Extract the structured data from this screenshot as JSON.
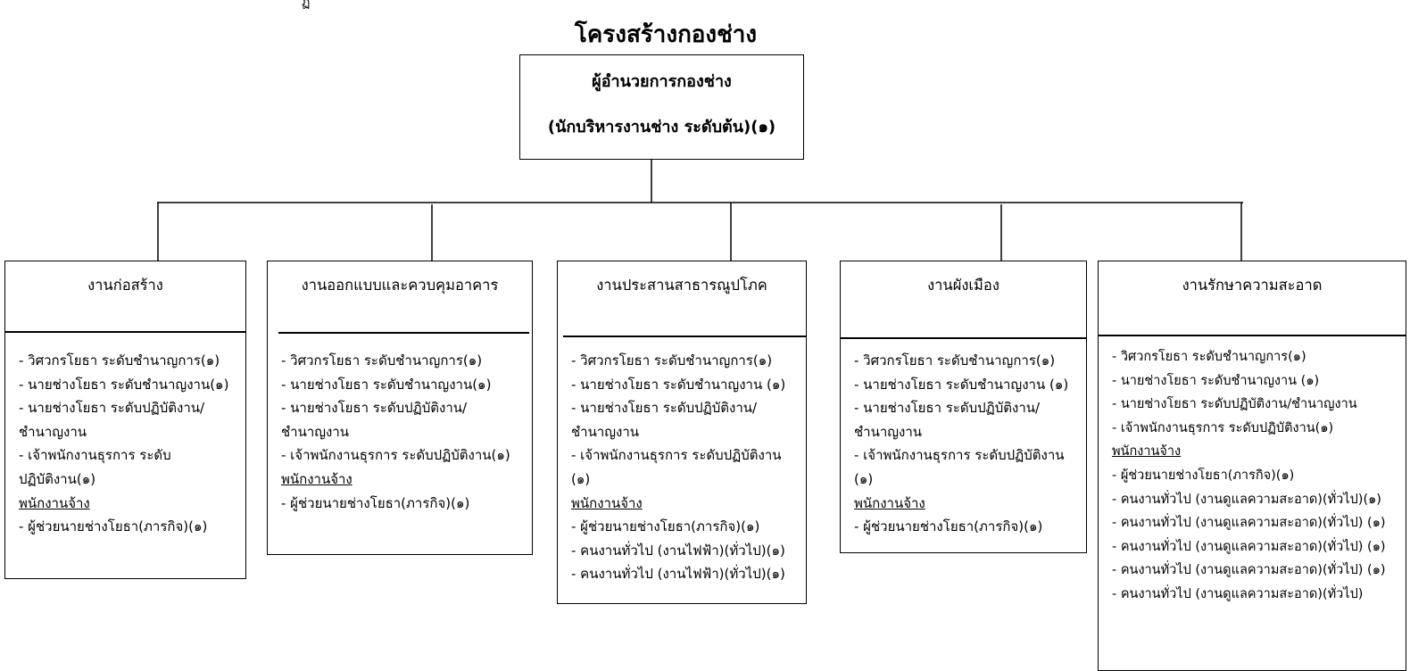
{
  "stray_mark": "ฏ",
  "title": "โครงสร้างกองช่าง",
  "head": {
    "line1": "ผู้อำนวยการกองช่าง",
    "line2": "(นักบริหารงานช่าง ระดับต้น)(๑)"
  },
  "departments": [
    {
      "title": "งานก่อสร้าง",
      "lines": [
        "- วิศวกรโยธา ระดับชำนาญการ(๑)",
        "- นายช่างโยธา ระดับชำนาญงาน(๑)",
        "- นายช่างโยธา ระดับปฏิบัติงาน/",
        "ชำนาญงาน",
        "- เจ้าพนักงานธุรการ ระดับ",
        "ปฏิบัติงาน(๑)",
        "พนักงานจ้าง",
        "- ผู้ช่วยนายช่างโยธา(ภารกิจ)(๑)"
      ]
    },
    {
      "title": "งานออกแบบและควบคุมอาคาร",
      "lines": [
        "- วิศวกรโยธา ระดับชำนาญการ(๑)",
        "- นายช่างโยธา ระดับชำนาญงาน(๑)",
        "- นายช่างโยธา ระดับปฏิบัติงาน/",
        "ชำนาญงาน",
        "- เจ้าพนักงานธุรการ ระดับปฏิบัติงาน(๑)",
        "พนักงานจ้าง",
        "- ผู้ช่วยนายช่างโยธา(ภารกิจ)(๑)"
      ]
    },
    {
      "title": "งานประสานสาธารณูปโภค",
      "lines": [
        "- วิศวกรโยธา ระดับชำนาญการ(๑)",
        "- นายช่างโยธา ระดับชำนาญงาน (๑)",
        "- นายช่างโยธา ระดับปฏิบัติงาน/",
        "ชำนาญงาน",
        "- เจ้าพนักงานธุรการ ระดับปฏิบัติงาน",
        "(๑)",
        "พนักงานจ้าง",
        "- ผู้ช่วยนายช่างโยธา(ภารกิจ)(๑)",
        "- คนงานทั่วไป (งานไฟฟ้า)(ทั่วไป)(๑)",
        "- คนงานทั่วไป (งานไฟฟ้า)(ทั่วไป)(๑)"
      ]
    },
    {
      "title": "งานผังเมือง",
      "lines": [
        "- วิศวกรโยธา ระดับชำนาญการ(๑)",
        "- นายช่างโยธา ระดับชำนาญงาน (๑)",
        "- นายช่างโยธา ระดับปฏิบัติงาน/",
        "ชำนาญงาน",
        "- เจ้าพนักงานธุรการ ระดับปฏิบัติงาน",
        "(๑)",
        "พนักงานจ้าง",
        "- ผู้ช่วยนายช่างโยธา(ภารกิจ)(๑)"
      ]
    },
    {
      "title": "งานรักษาความสะอาด",
      "lines": [
        "- วิศวกรโยธา ระดับชำนาญการ(๑)",
        "- นายช่างโยธา ระดับชำนาญงาน (๑)",
        "- นายช่างโยธา ระดับปฏิบัติงาน/ชำนาญงาน",
        "- เจ้าพนักงานธุรการ ระดับปฏิบัติงาน(๑)",
        "พนักงานจ้าง",
        "- ผู้ช่วยนายช่างโยธา(ภารกิจ)(๑)",
        "- คนงานทั่วไป (งานดูแลความสะอาด)(ทั่วไป)(๑)",
        "- คนงานทั่วไป (งานดูแลความสะอาด)(ทั่วไป) (๑)",
        "- คนงานทั่วไป (งานดูแลความสะอาด)(ทั่วไป) (๑)",
        "- คนงานทั่วไป (งานดูแลความสะอาด)(ทั่วไป) (๑)",
        "- คนงานทั่วไป (งานดูแลความสะอาด)(ทั่วไป)"
      ]
    }
  ]
}
